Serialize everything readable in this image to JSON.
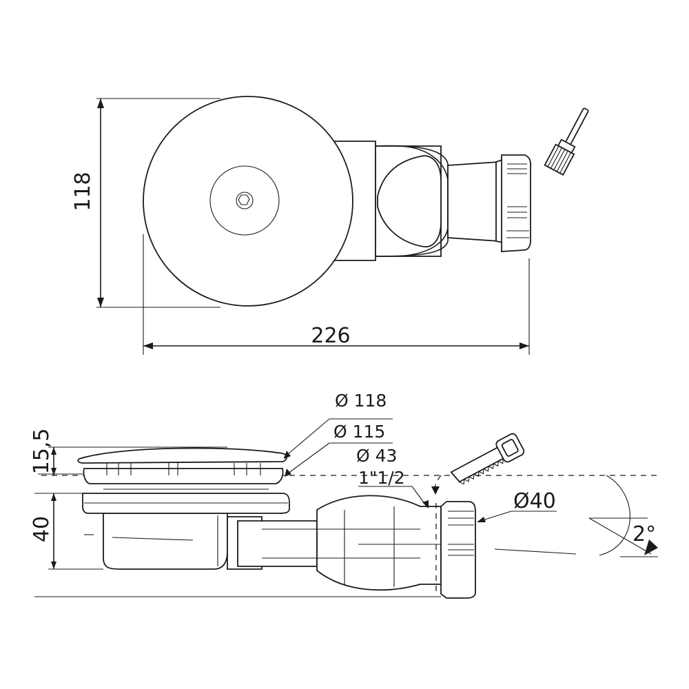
{
  "top_view": {
    "height_label": "118",
    "width_label": "226"
  },
  "side_view": {
    "label_d118": "Ø 118",
    "label_d115": "Ø 115",
    "label_d43": "Ø 43",
    "label_thread": "1\"1/2",
    "label_d40": "Ø40",
    "label_h155": "15,5",
    "label_h40": "40",
    "label_angle": "2°"
  },
  "icons": {
    "brush": "brush-icon",
    "saw": "saw-icon"
  }
}
